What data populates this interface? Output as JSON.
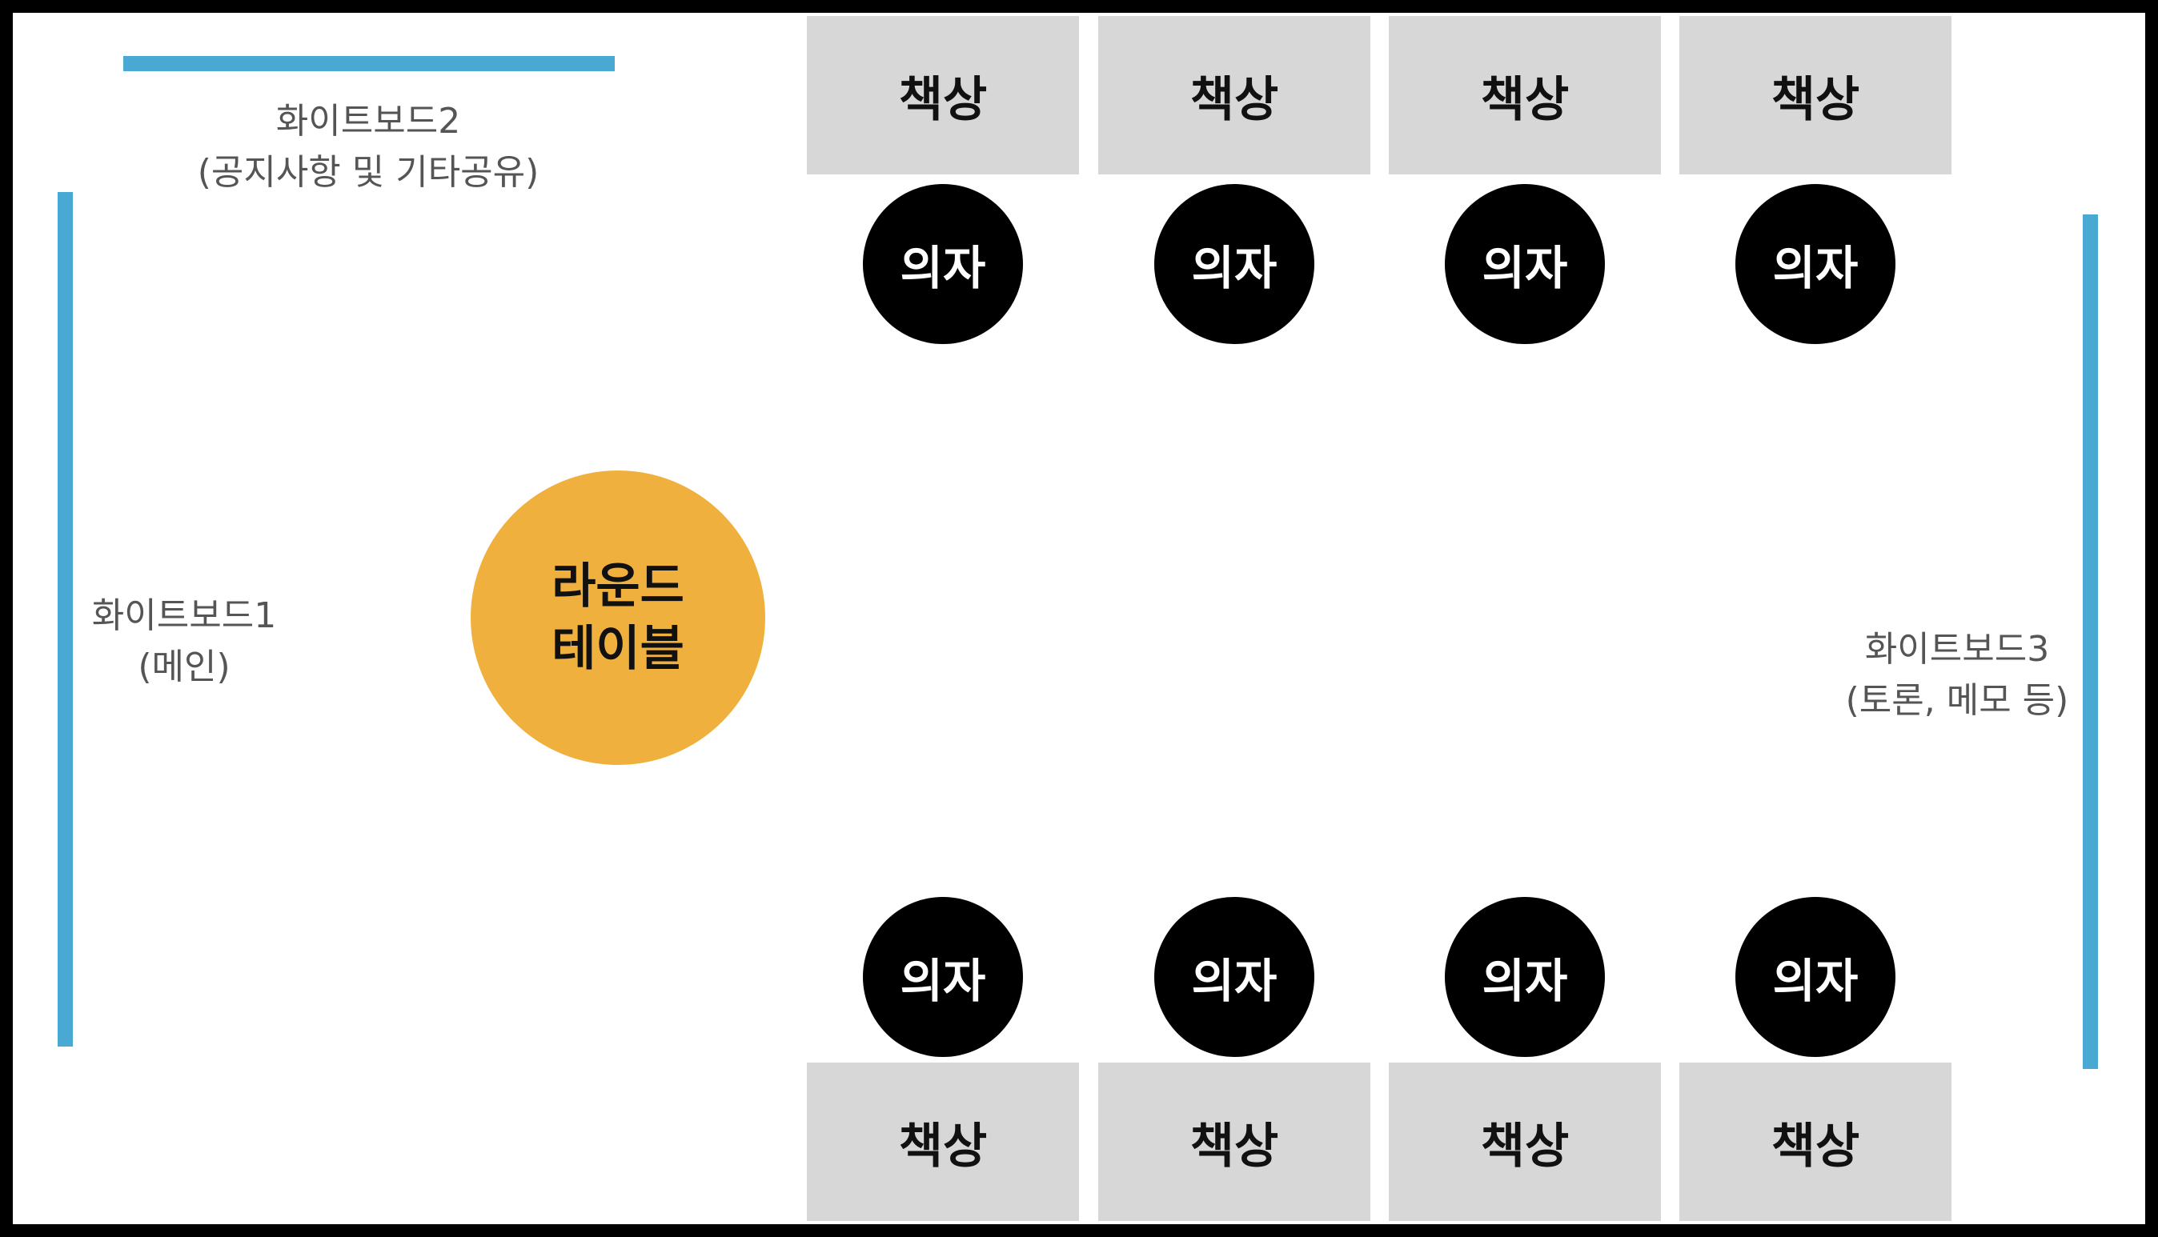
{
  "colors": {
    "frame": "#000000",
    "whiteboard": "#4aa9d3",
    "desk": "#d7d7d7",
    "chair": "#000000",
    "round_table": "#f0b03e"
  },
  "whiteboards": [
    {
      "line1": "화이트보드1",
      "line2": "(메인)"
    },
    {
      "line1": "화이트보드2",
      "line2": "(공지사항 및 기타공유)"
    },
    {
      "line1": "화이트보드3",
      "line2": "(토론, 메모 등)"
    }
  ],
  "round_table": {
    "line1": "라운드",
    "line2": "테이블"
  },
  "desks_top": [
    "책상",
    "책상",
    "책상",
    "책상"
  ],
  "desks_bottom": [
    "책상",
    "책상",
    "책상",
    "책상"
  ],
  "chairs_top": [
    "의자",
    "의자",
    "의자",
    "의자"
  ],
  "chairs_bottom": [
    "의자",
    "의자",
    "의자",
    "의자"
  ]
}
